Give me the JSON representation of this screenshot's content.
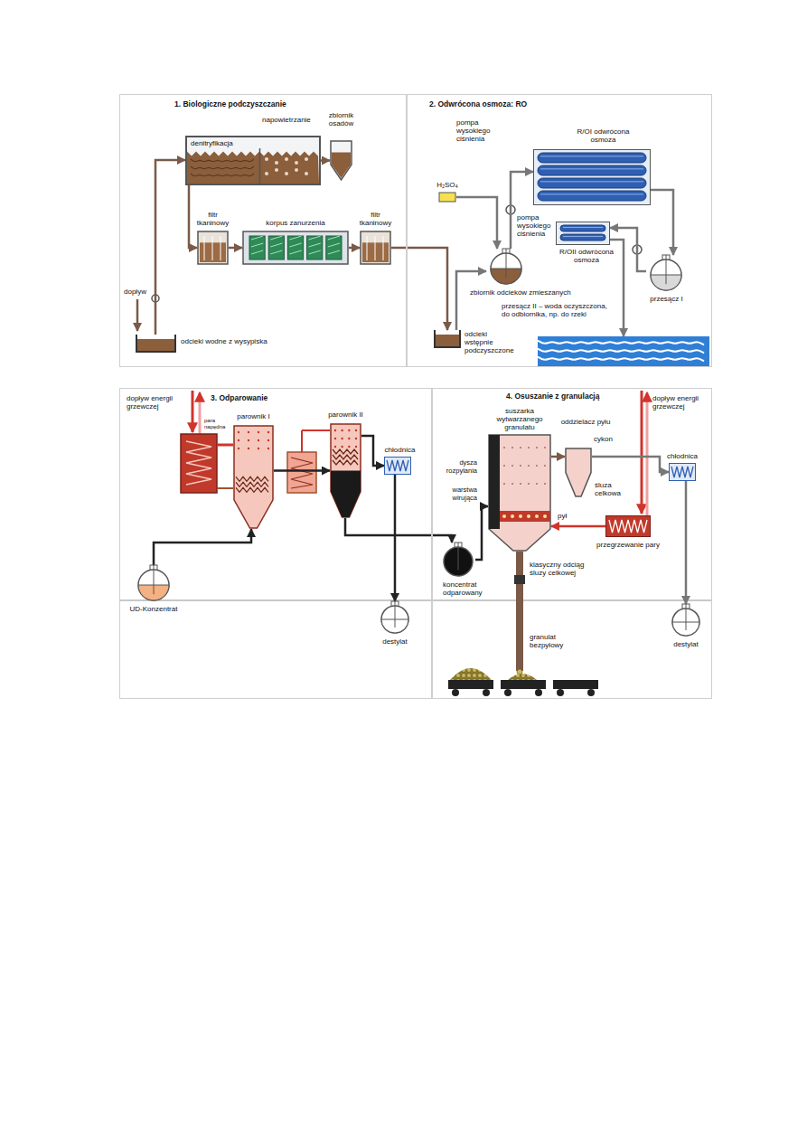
{
  "diagram": {
    "nodes": [
      {
        "text": [
          "1. Biologiczne podczyszczanie"
        ]
      },
      {
        "text": [
          "2. Odwrócona osmoza: RO"
        ]
      },
      {
        "text": [
          "3. Odparowanie"
        ]
      },
      {
        "text": [
          "4. Osuszanie z granulacją"
        ]
      },
      {
        "text": [
          "denitryfikacja",
          "napowietrzanie"
        ],
        "in": 0
      },
      {
        "text": [
          "zbiornik osadów"
        ],
        "in": 0
      },
      {
        "text": [
          "filtr tkaninowy"
        ],
        "in": 0
      },
      {
        "text": [
          "korpus zanurzenia"
        ],
        "in": 0
      },
      {
        "text": [
          "filtr tkaninowy"
        ],
        "in": 0
      },
      {
        "text": [
          "odcieki wodne z wysypiska"
        ],
        "in": 0
      },
      {
        "text": [
          "zbiornik odcieków zmieszanych"
        ],
        "in": 1
      },
      {
        "text": [
          "R/OI odwrócona osmoza"
        ],
        "in": 1
      },
      {
        "text": [
          "R/OII odwrócona osmoza"
        ],
        "in": 1
      },
      {
        "text": [
          "przesącz I"
        ],
        "in": 1
      },
      {
        "text": [
          "H₂SO₄"
        ],
        "in": 1
      },
      {
        "text": [
          "odcieki wstępnie podczyszczone"
        ],
        "in": 1
      },
      {
        "text": [
          "przesącz II – woda oczyszczona, do odbiornika, np. do rzeki"
        ],
        "in": 1
      },
      {
        "text": [
          "parownik I"
        ],
        "in": 2
      },
      {
        "text": [
          "parownik II"
        ],
        "in": 2
      },
      {
        "text": [
          "chłodnica"
        ],
        "in": 2
      },
      {
        "text": [
          "UD-Konzentrat"
        ],
        "in": 2
      },
      {
        "text": [
          "destylat"
        ],
        "in": 2
      },
      {
        "text": [
          "koncentrat odparowany"
        ],
        "in": 3
      },
      {
        "text": [
          "suszarka wytwarzanego granulatu"
        ],
        "in": 3
      },
      {
        "text": [
          "oddzielacz pyłu",
          "cykon"
        ],
        "in": 3
      },
      {
        "text": [
          "przegrzewanie pary"
        ],
        "in": 3
      },
      {
        "text": [
          "chłodnica"
        ],
        "in": 3
      },
      {
        "text": [
          "destylat"
        ],
        "in": 3
      }
    ],
    "edges": [
      {
        "from": 9,
        "to": 4,
        "arrow": "to"
      },
      {
        "from": 4,
        "to": 5,
        "arrow": "to"
      },
      {
        "from": 4,
        "to": 6,
        "arrow": "to"
      },
      {
        "from": 6,
        "to": 7,
        "arrow": "to"
      },
      {
        "from": 7,
        "to": 8,
        "arrow": "to"
      },
      {
        "from": 8,
        "to": 15,
        "arrow": "to"
      },
      {
        "from": 15,
        "to": 10,
        "arrow": "to"
      },
      {
        "from": 14,
        "to": 10,
        "arrow": "to"
      },
      {
        "from": 10,
        "to": 11,
        "arrow": "to"
      },
      {
        "from": 11,
        "to": 13,
        "arrow": "to"
      },
      {
        "from": 13,
        "to": 12,
        "arrow": "to"
      },
      {
        "from": 12,
        "to": 16,
        "arrow": "to"
      },
      {
        "from": 20,
        "to": 17,
        "arrow": "to"
      },
      {
        "from": 17,
        "to": 18,
        "arrow": "to"
      },
      {
        "from": 18,
        "to": 19,
        "arrow": "to"
      },
      {
        "from": 19,
        "to": 21,
        "arrow": "to"
      },
      {
        "from": 18,
        "to": 22,
        "arrow": "to"
      },
      {
        "from": 22,
        "to": 23,
        "arrow": "to"
      },
      {
        "from": 23,
        "to": 24,
        "arrow": "to"
      },
      {
        "from": 24,
        "to": 26,
        "arrow": "to"
      },
      {
        "from": 25,
        "to": 23,
        "arrow": "to"
      },
      {
        "from": 26,
        "to": 27,
        "arrow": "to"
      }
    ],
    "labels": [
      "dopływ",
      "pompa wysokiego ciśnienia",
      "pompa wysokiego ciśnienia",
      "dopływ energii grzewczej",
      "para napędna",
      "dysza rozpylania",
      "warstwa wirująca",
      "pył",
      "śluza celkowa",
      "klasyczny odciąg śluzy celkowej",
      "granulat bezpyłowy",
      "dopływ energii grzewczej"
    ]
  }
}
